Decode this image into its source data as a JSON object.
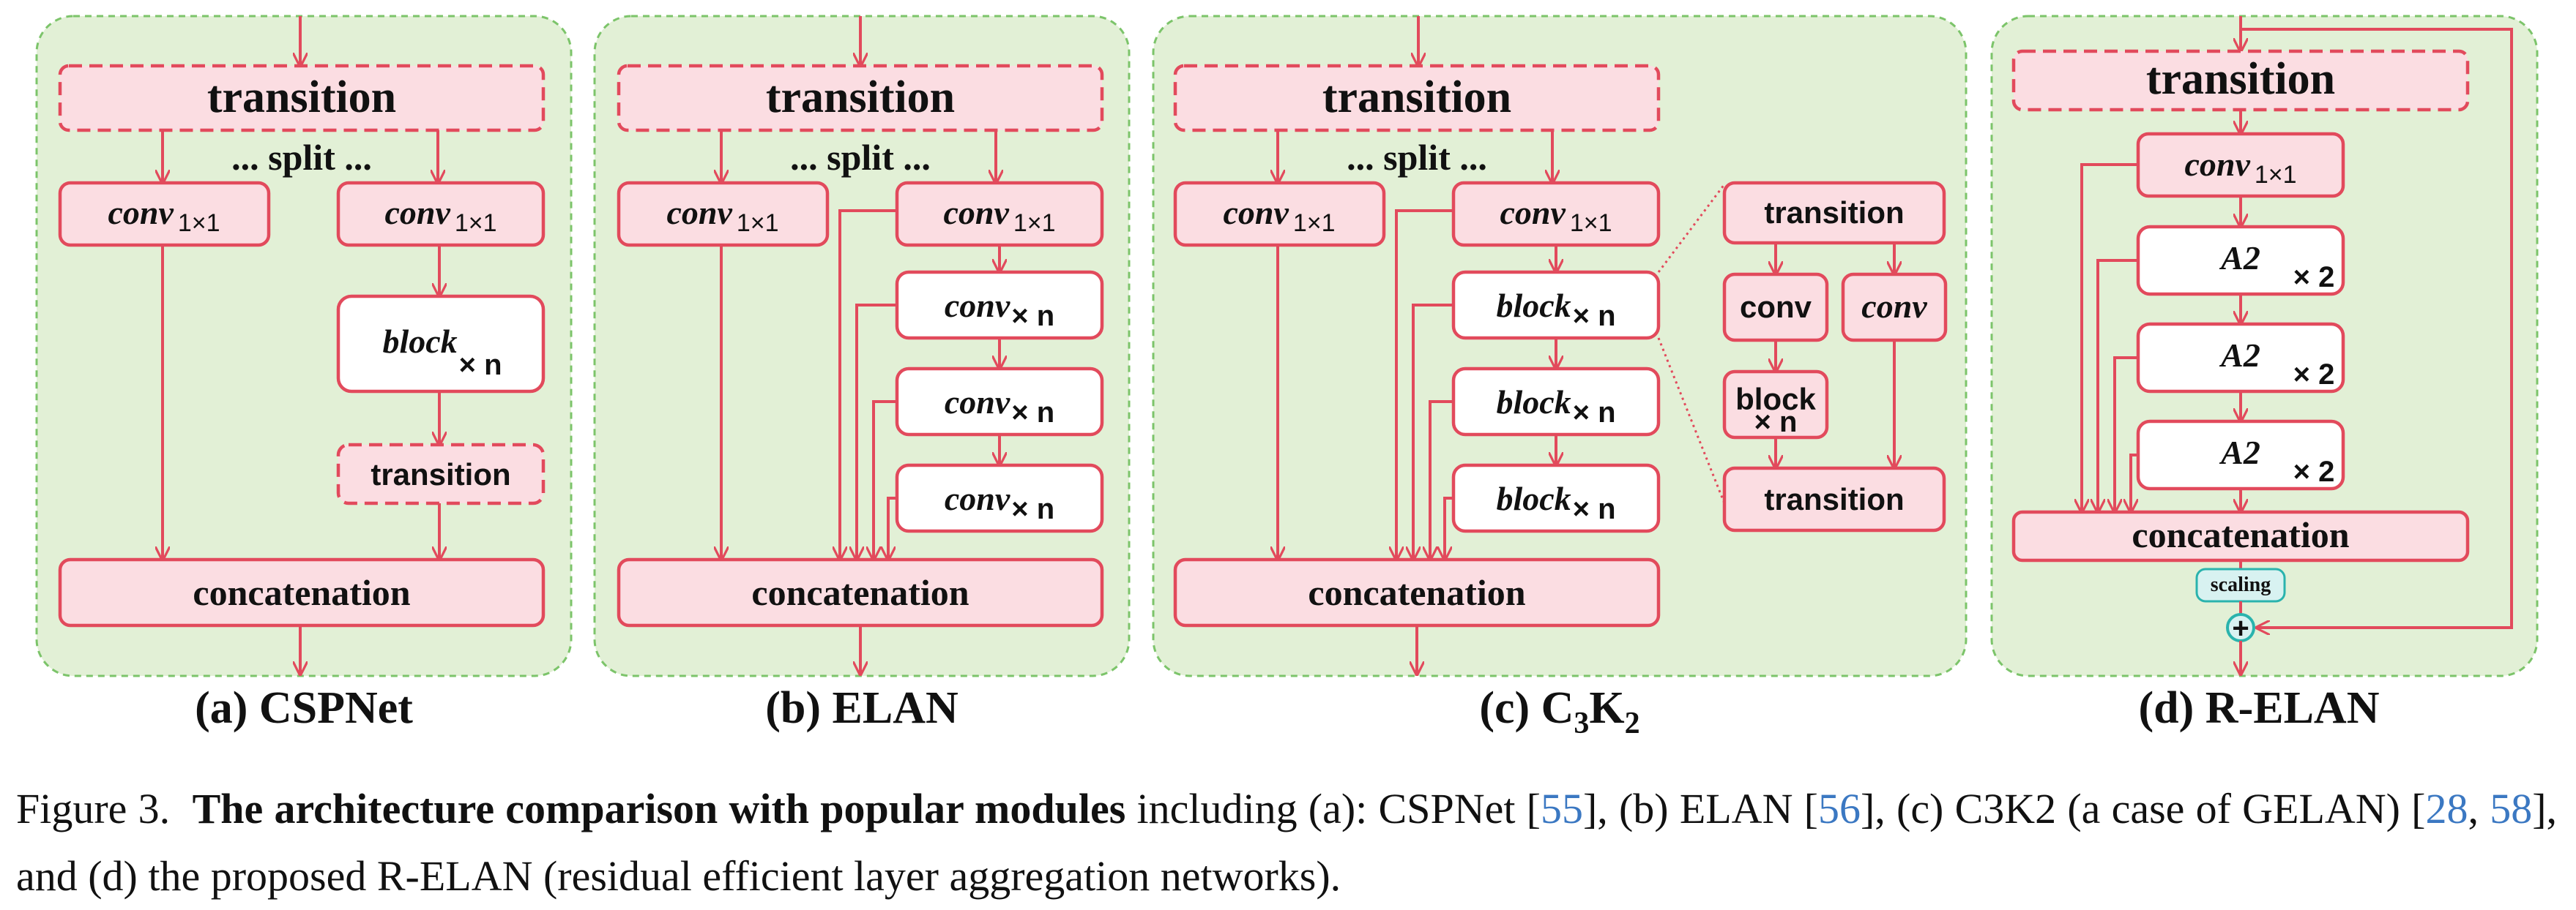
{
  "panels": {
    "a": {
      "caption": "(a) CSPNet",
      "transition_top": "transition",
      "split": "... split ...",
      "conv_left": "conv",
      "conv_left_sub": "1×1",
      "conv_right": "conv",
      "conv_right_sub": "1×1",
      "block": "block",
      "block_sub": "× n",
      "transition_mid": "transition",
      "concat": "concatenation"
    },
    "b": {
      "caption": "(b) ELAN",
      "transition_top": "transition",
      "split": "... split ...",
      "conv_left": "conv",
      "conv_left_sub": "1×1",
      "conv_right": "conv",
      "conv_right_sub": "1×1",
      "stack_label": "conv",
      "stack_sub": "× n",
      "concat": "concatenation"
    },
    "c": {
      "caption_main": "(c) C",
      "caption_sub1": "3",
      "caption_k": "K",
      "caption_sub2": "2",
      "transition_top": "transition",
      "split": "... split ...",
      "conv_left": "conv",
      "conv_left_sub": "1×1",
      "conv_right": "conv",
      "conv_right_sub": "1×1",
      "stack_label": "block",
      "stack_sub": "× n",
      "concat": "concatenation",
      "detail": {
        "transition_top": "transition",
        "conv_left": "conv",
        "conv_right": "conv",
        "block": "block",
        "block_sub": "× n",
        "transition_bottom": "transition"
      }
    },
    "d": {
      "caption": "(d) R-ELAN",
      "transition_top": "transition",
      "conv": "conv",
      "conv_sub": "1×1",
      "a2": "A2",
      "a2_sub": "× 2",
      "concat": "concatenation",
      "scaling": "scaling",
      "plus": "+"
    }
  },
  "caption": {
    "figure": "Figure 3.",
    "bold": "The architecture comparison with popular modules",
    "text1": " including (a): CSPNet [",
    "ref55": "55",
    "text2": "], (b) ELAN [",
    "ref56": "56",
    "text3": "], (c) C3K2 (a case of GELAN) [",
    "ref28": "28",
    "text4": ", ",
    "ref58": "58",
    "text5": "], and (d) the proposed R-ELAN (residual efficient layer aggregation networks)."
  },
  "colors": {
    "panel_bg": "#e2f0d6",
    "panel_border": "#7cc46a",
    "line": "#e24a5c",
    "box_fill": "#fbdde2",
    "box_white": "#ffffff",
    "scaling_border": "#2ab3ad",
    "scaling_fill": "#d8f2f1",
    "cite": "#3b78c2"
  }
}
